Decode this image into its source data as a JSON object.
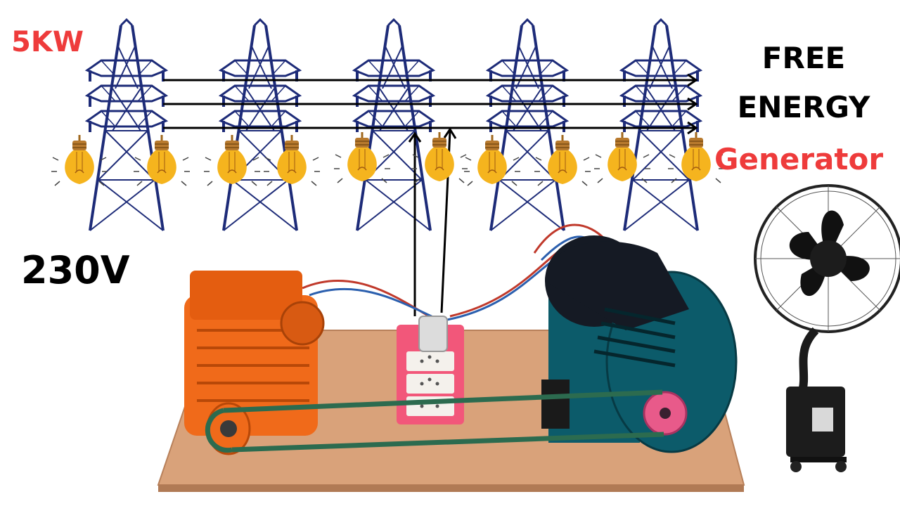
{
  "texts": {
    "power_rating": "5KW",
    "voltage": "230V",
    "title_line1": "FREE",
    "title_line2": "ENERGY",
    "title_line3": "Generator"
  },
  "colors": {
    "red": "#ee3b3b",
    "black": "#000000",
    "tower": "#1d2b78",
    "bulb": "#f5b41e",
    "motor": "#f06a1a",
    "generator": "#0c5b6a",
    "board": "#d9a27a",
    "socket": "#f2577a",
    "belt": "#2c6b4f"
  },
  "icons": [
    "transmission-tower-icon",
    "light-bulb-icon",
    "electric-motor",
    "generator",
    "power-socket-board",
    "misting-fan"
  ]
}
